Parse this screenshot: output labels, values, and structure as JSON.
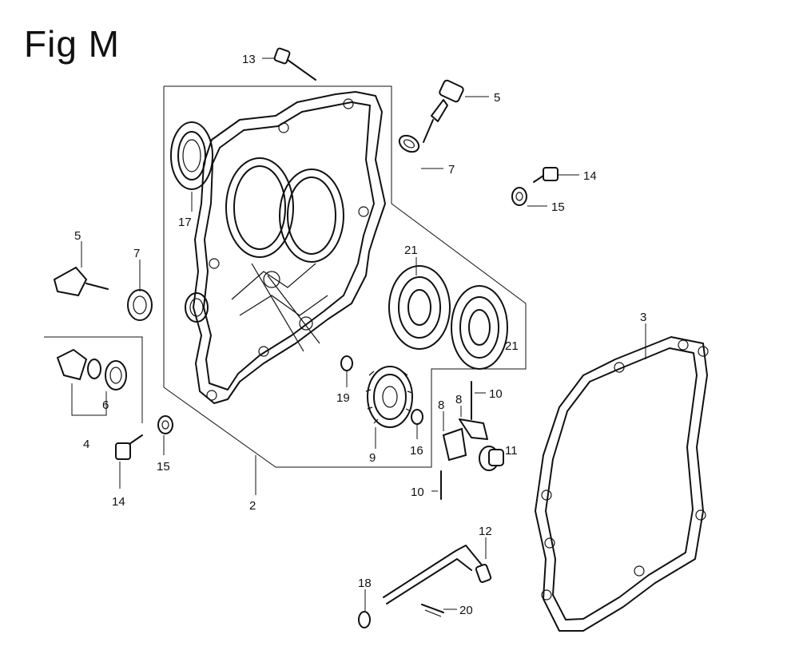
{
  "figure_title": "Fig M",
  "callouts": [
    {
      "id": "13",
      "label": "13"
    },
    {
      "id": "5a",
      "label": "5"
    },
    {
      "id": "7a",
      "label": "7"
    },
    {
      "id": "14a",
      "label": "14"
    },
    {
      "id": "15a",
      "label": "15"
    },
    {
      "id": "17",
      "label": "17"
    },
    {
      "id": "5b",
      "label": "5"
    },
    {
      "id": "7b",
      "label": "7"
    },
    {
      "id": "21a",
      "label": "21"
    },
    {
      "id": "21b",
      "label": "21"
    },
    {
      "id": "3",
      "label": "3"
    },
    {
      "id": "19",
      "label": "19"
    },
    {
      "id": "8a",
      "label": "8"
    },
    {
      "id": "10a",
      "label": "10"
    },
    {
      "id": "8b",
      "label": "8"
    },
    {
      "id": "6",
      "label": "6"
    },
    {
      "id": "4",
      "label": "4"
    },
    {
      "id": "9",
      "label": "9"
    },
    {
      "id": "16",
      "label": "16"
    },
    {
      "id": "11",
      "label": "11"
    },
    {
      "id": "14b",
      "label": "14"
    },
    {
      "id": "15b",
      "label": "15"
    },
    {
      "id": "2",
      "label": "2"
    },
    {
      "id": "10b",
      "label": "10"
    },
    {
      "id": "12",
      "label": "12"
    },
    {
      "id": "18",
      "label": "18"
    },
    {
      "id": "20",
      "label": "20"
    }
  ]
}
